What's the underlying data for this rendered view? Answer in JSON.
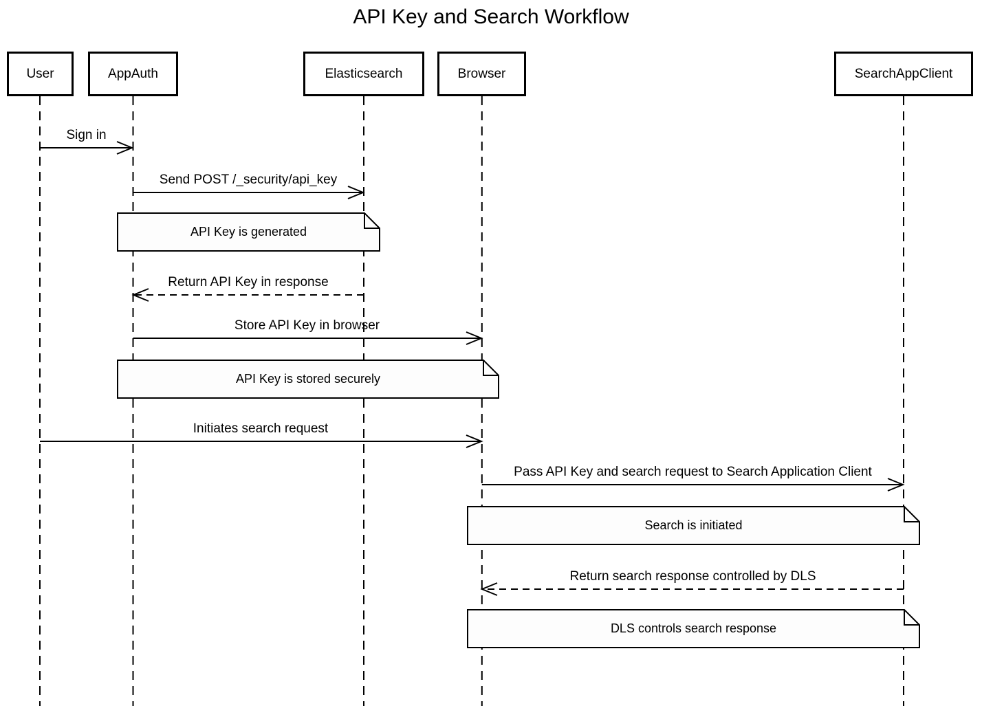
{
  "title": "API Key and Search Workflow",
  "colors": {
    "line": "#000000",
    "background": "#ffffff",
    "note_fill": "#fdfdfd",
    "text": "#000000"
  },
  "actors": [
    {
      "label": "User"
    },
    {
      "label": "AppAuth"
    },
    {
      "label": "Elasticsearch"
    },
    {
      "label": "Browser"
    },
    {
      "label": "SearchAppClient"
    }
  ],
  "messages": [
    {
      "label": "Sign in",
      "from": "User",
      "to": "AppAuth",
      "style": "solid"
    },
    {
      "label": "Send POST /_security/api_key",
      "from": "AppAuth",
      "to": "Elasticsearch",
      "style": "solid"
    },
    {
      "label": "Return API Key in response",
      "from": "Elasticsearch",
      "to": "AppAuth",
      "style": "dashed"
    },
    {
      "label": "Store API Key in browser",
      "from": "AppAuth",
      "to": "Browser",
      "style": "solid"
    },
    {
      "label": "Initiates search request",
      "from": "User",
      "to": "Browser",
      "style": "solid"
    },
    {
      "label": "Pass API Key and search request to Search Application Client",
      "from": "Browser",
      "to": "SearchAppClient",
      "style": "solid"
    },
    {
      "label": "Return search response controlled by DLS",
      "from": "SearchAppClient",
      "to": "Browser",
      "style": "dashed"
    }
  ],
  "notes": [
    {
      "label": "API Key is generated",
      "over": "AppAuth, Elasticsearch"
    },
    {
      "label": "API Key is stored securely",
      "over": "AppAuth, Browser"
    },
    {
      "label": "Search is initiated",
      "over": "Browser, SearchAppClient"
    },
    {
      "label": "DLS controls search response",
      "over": "Browser, SearchAppClient"
    }
  ]
}
